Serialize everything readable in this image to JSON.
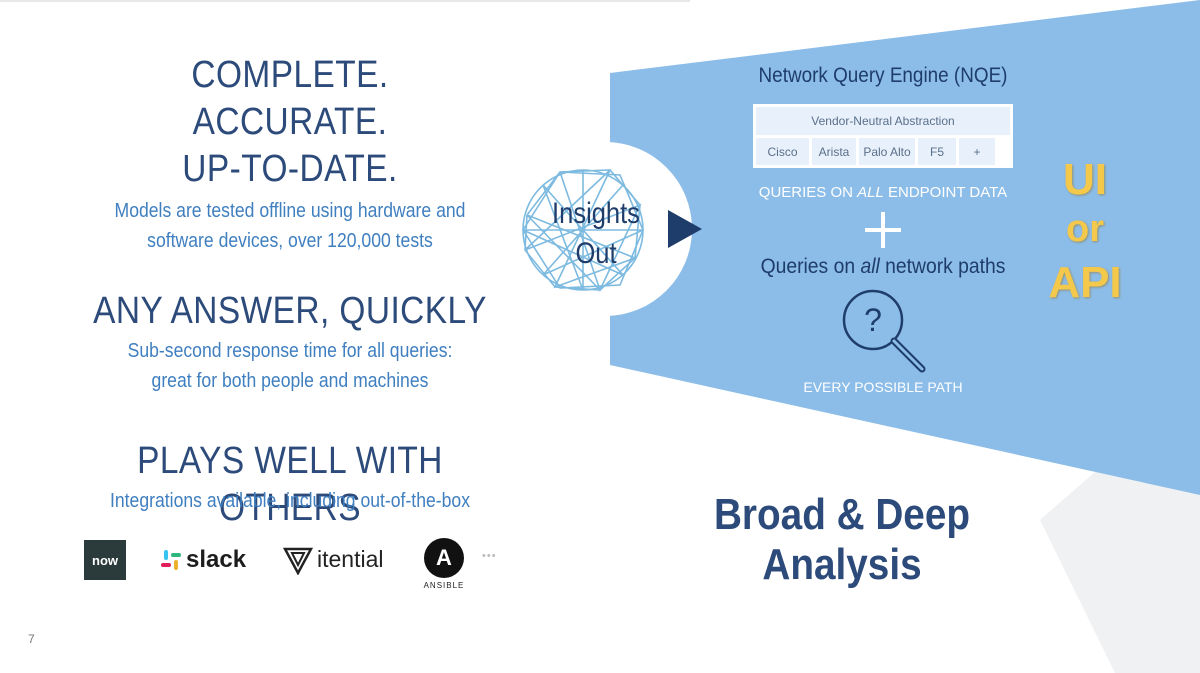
{
  "left": {
    "headline_1": "COMPLETE.",
    "headline_2": "ACCURATE.",
    "headline_3": "UP-TO-DATE.",
    "desc_1_line1": "Models are tested offline using hardware and",
    "desc_1_line2": "software devices, over 120,000 tests",
    "headline_4": "ANY ANSWER, QUICKLY",
    "desc_2_line1": "Sub-second response time for all queries:",
    "desc_2_line2": "great for both people and machines",
    "headline_5": "PLAYS WELL WITH OTHERS",
    "desc_3": "Integrations available, including out-of-the-box"
  },
  "logos": {
    "now": "now",
    "slack": "slack",
    "itential": "itential",
    "ansible": "ANSIBLE",
    "ansible_letter": "A",
    "more": "•••"
  },
  "center": {
    "insights_1": "Insights",
    "insights_2": "Out"
  },
  "nqe": {
    "title": "Network Query Engine (NQE)",
    "abstraction": "Vendor-Neutral Abstraction",
    "vendors": [
      "Cisco",
      "Arista",
      "Palo Alto",
      "F5",
      "+"
    ],
    "queries_endpoint_pre": "QUERIES ON ",
    "queries_endpoint_em": "ALL",
    "queries_endpoint_post": " ENDPOINT DATA",
    "plus": "+",
    "queries_paths_pre": "Queries on ",
    "queries_paths_em": "all",
    "queries_paths_post": " network paths",
    "every_path": "EVERY POSSIBLE PATH"
  },
  "side_label": {
    "line1": "UI",
    "line2": "or",
    "line3": "API"
  },
  "bottom_title": "Broad & Deep Analysis",
  "page_number": "7",
  "colors": {
    "navy": "#2c4a7a",
    "blue_text": "#3f7fc0",
    "panel_blue": "#8cbde8",
    "gold": "#f3c84b"
  }
}
